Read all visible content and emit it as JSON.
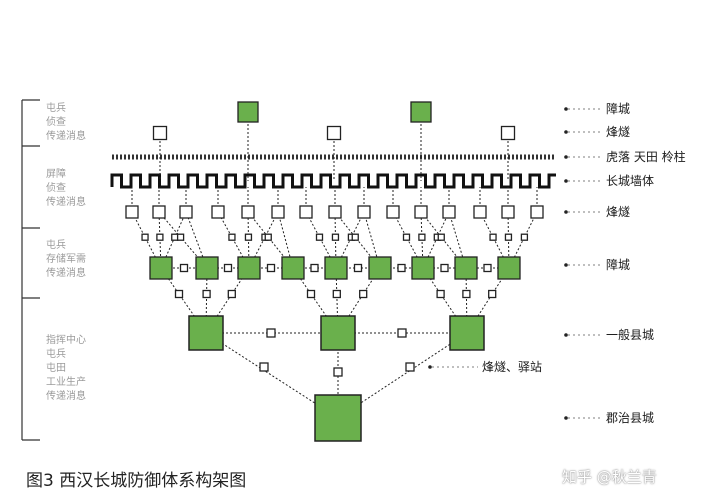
{
  "left_groups": [
    {
      "lines": [
        "屯兵",
        "侦查",
        "传递消息"
      ]
    },
    {
      "lines": [
        "屏障",
        "侦查",
        "传递消息"
      ]
    },
    {
      "lines": [
        "屯兵",
        "存储军需",
        "传递消息"
      ]
    },
    {
      "lines": [
        "指挥中心",
        "屯兵",
        "屯田",
        "工业生产",
        "传递消息"
      ]
    }
  ],
  "right_labels": {
    "zhangcheng_top": "障城",
    "fengsui_top": "烽燧",
    "fence": "虎落 天田 柃柱",
    "wall": "长城墙体",
    "fengsui_row": "烽燧",
    "zhangcheng_row": "障城",
    "county": "一般县城",
    "station": "烽燧、驿站",
    "prefecture": "郡治县城"
  },
  "caption": "图3  西汉长城防御体系构架图",
  "watermark": "知乎 @秋兰青",
  "colors": {
    "green": "#6ab04c",
    "line": "#222222",
    "text": "#1a1a1a"
  }
}
